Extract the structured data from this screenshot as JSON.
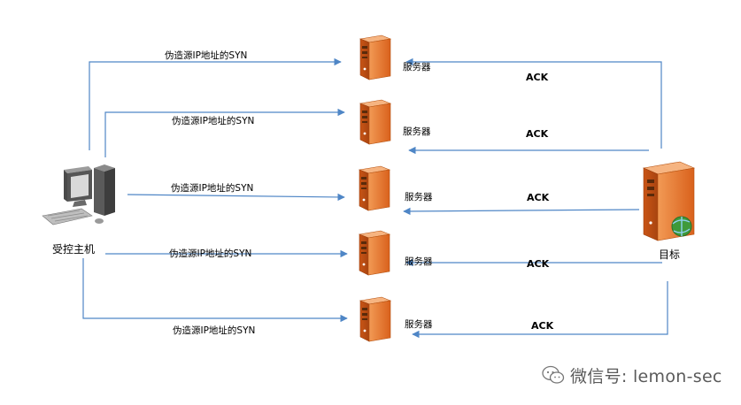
{
  "controller": {
    "label": "受控主机",
    "icon": "computer-icon"
  },
  "target": {
    "label": "目标",
    "icon": "server-globe-icon"
  },
  "servers": [
    {
      "label": "服务器",
      "syn_label": "伪造源IP地址的SYN",
      "ack_label": "ACK"
    },
    {
      "label": "服务器",
      "syn_label": "伪造源IP地址的SYN",
      "ack_label": "ACK"
    },
    {
      "label": "服务器",
      "syn_label": "伪造源IP地址的SYN",
      "ack_label": "ACK"
    },
    {
      "label": "服务器",
      "syn_label": "伪造源IP地址的SYN",
      "ack_label": "ACK"
    },
    {
      "label": "服务器",
      "syn_label": "伪造源IP地址的SYN",
      "ack_label": "ACK"
    }
  ],
  "watermark": {
    "text": "微信号: lemon-sec",
    "icon": "wechat-icon"
  },
  "colors": {
    "arrow": "#4f86c6",
    "server_orange": "#e8752a",
    "line_dark": "#555555"
  }
}
